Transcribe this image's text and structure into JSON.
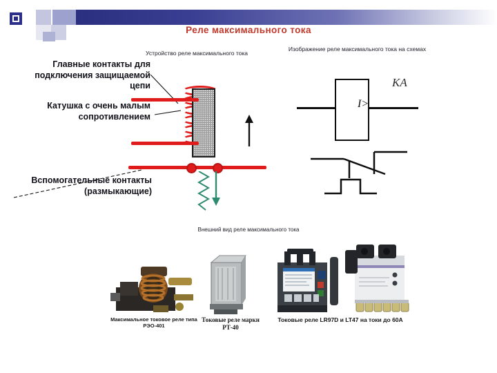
{
  "slide": {
    "title": "Реле максимального тока",
    "title_color": "#c0392b",
    "background": "#ffffff"
  },
  "header": {
    "bar_gradient_from": "#2b2f7f",
    "bar_gradient_to": "#ffffff",
    "squares_color": "#9ca1cd"
  },
  "sections": {
    "device_caption": "Устройство реле максимального тока",
    "symbol_caption": "Изображение реле максимального тока на схемах",
    "photos_caption": "Внешний вид реле максимального тока"
  },
  "callouts": [
    {
      "id": "main-contacts",
      "text": "Главные контакты для подключения защищаемой цепи"
    },
    {
      "id": "coil",
      "text": "Катушка с очень малым сопротивлением"
    },
    {
      "id": "aux-contacts",
      "text": "Вспомогательные контакты (размыкающие)"
    }
  ],
  "device": {
    "wire_color": "#e01b1b",
    "coil_color": "#e01b1b",
    "core_fill": "#f2f2f2",
    "spring_color": "#2e8b6f",
    "arrow_up_color": "#101010",
    "arrow_down_color": "#2e8b6f"
  },
  "symbol": {
    "box_label": "I>",
    "designation": "KA",
    "line_color": "#0d0d0d"
  },
  "photos": [
    {
      "id": "reo-401",
      "caption": "Максимальное токовое реле типа РЭО-401"
    },
    {
      "id": "rt-40",
      "caption": "Токовые реле марки РТ-40"
    },
    {
      "id": "lr97d-lt47",
      "caption": "Токовые реле LR97D и LT47 на токи до 60А"
    }
  ]
}
